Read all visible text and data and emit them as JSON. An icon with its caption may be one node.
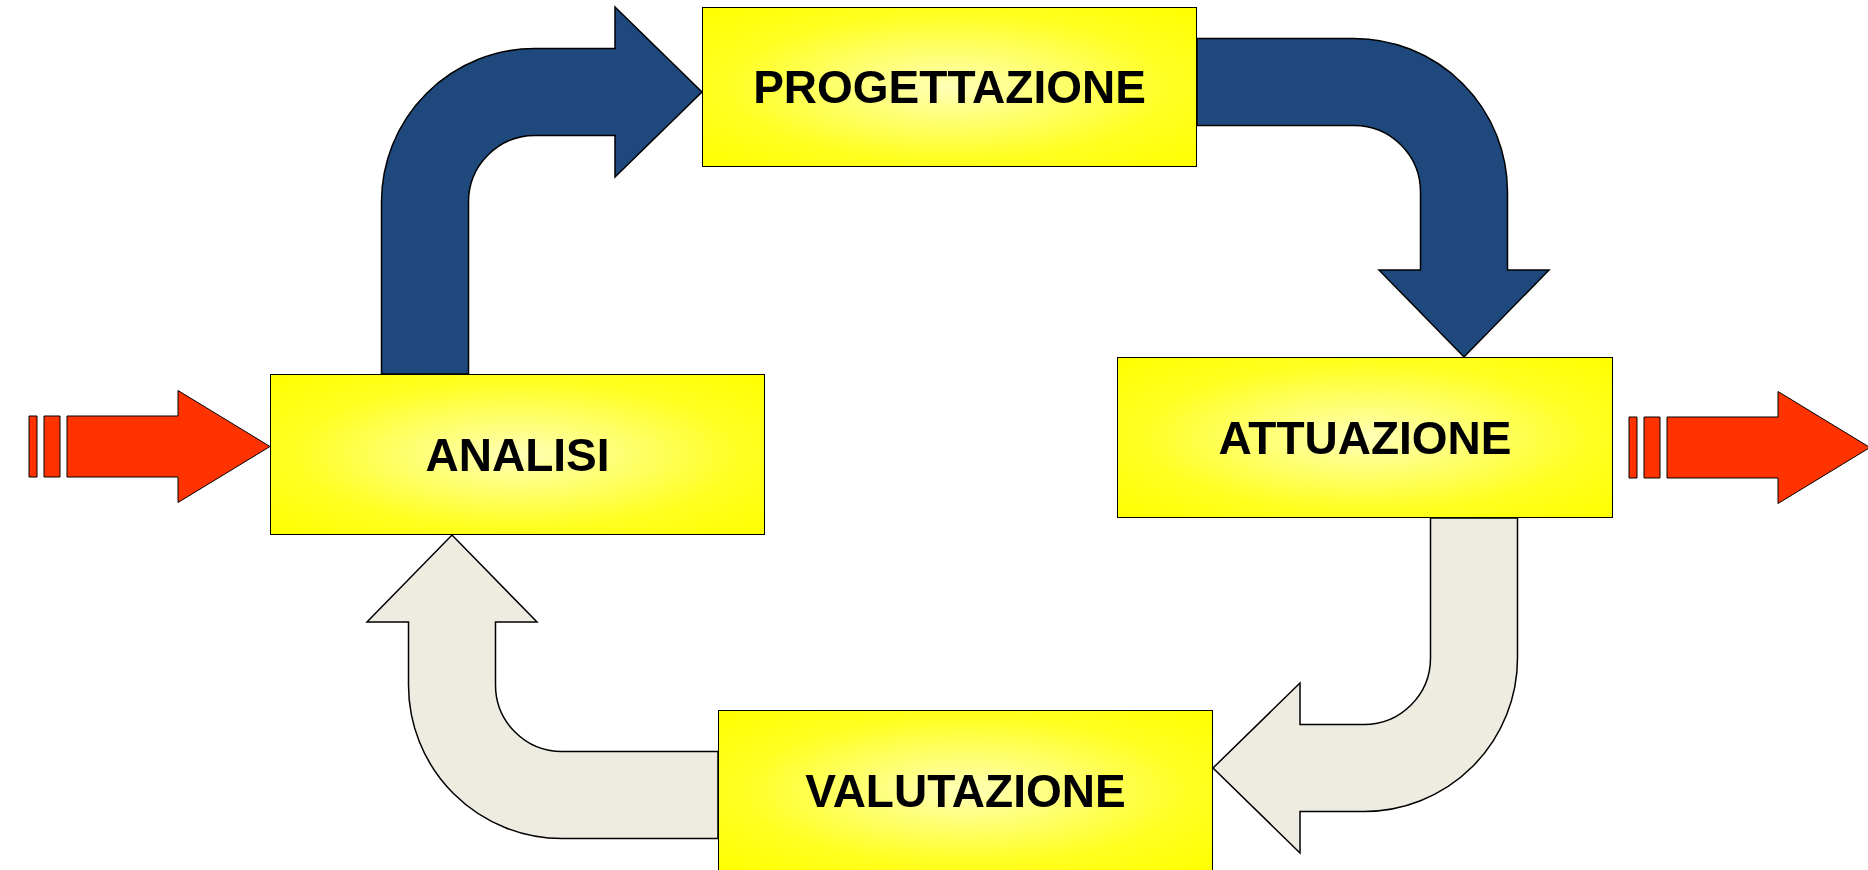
{
  "diagram": {
    "nodes": [
      {
        "text": [
          "PROGETTAZIONE"
        ]
      },
      {
        "text": [
          "ANALISI"
        ]
      },
      {
        "text": [
          "ATTUAZIONE"
        ]
      },
      {
        "text": [
          "VALUTAZIONE"
        ]
      }
    ],
    "edges": [
      {
        "from": 1,
        "to": 0,
        "arrow": "to",
        "color": "#1f497d"
      },
      {
        "from": 0,
        "to": 2,
        "arrow": "to",
        "color": "#1f497d"
      },
      {
        "from": 2,
        "to": 3,
        "arrow": "to",
        "color": "#eeece1"
      },
      {
        "from": 3,
        "to": 1,
        "arrow": "to",
        "color": "#eeece1"
      },
      {
        "from": null,
        "to": 1,
        "arrow": "to",
        "color": "#ff3300"
      },
      {
        "from": 2,
        "to": null,
        "arrow": "to",
        "color": "#ff3300"
      }
    ]
  }
}
